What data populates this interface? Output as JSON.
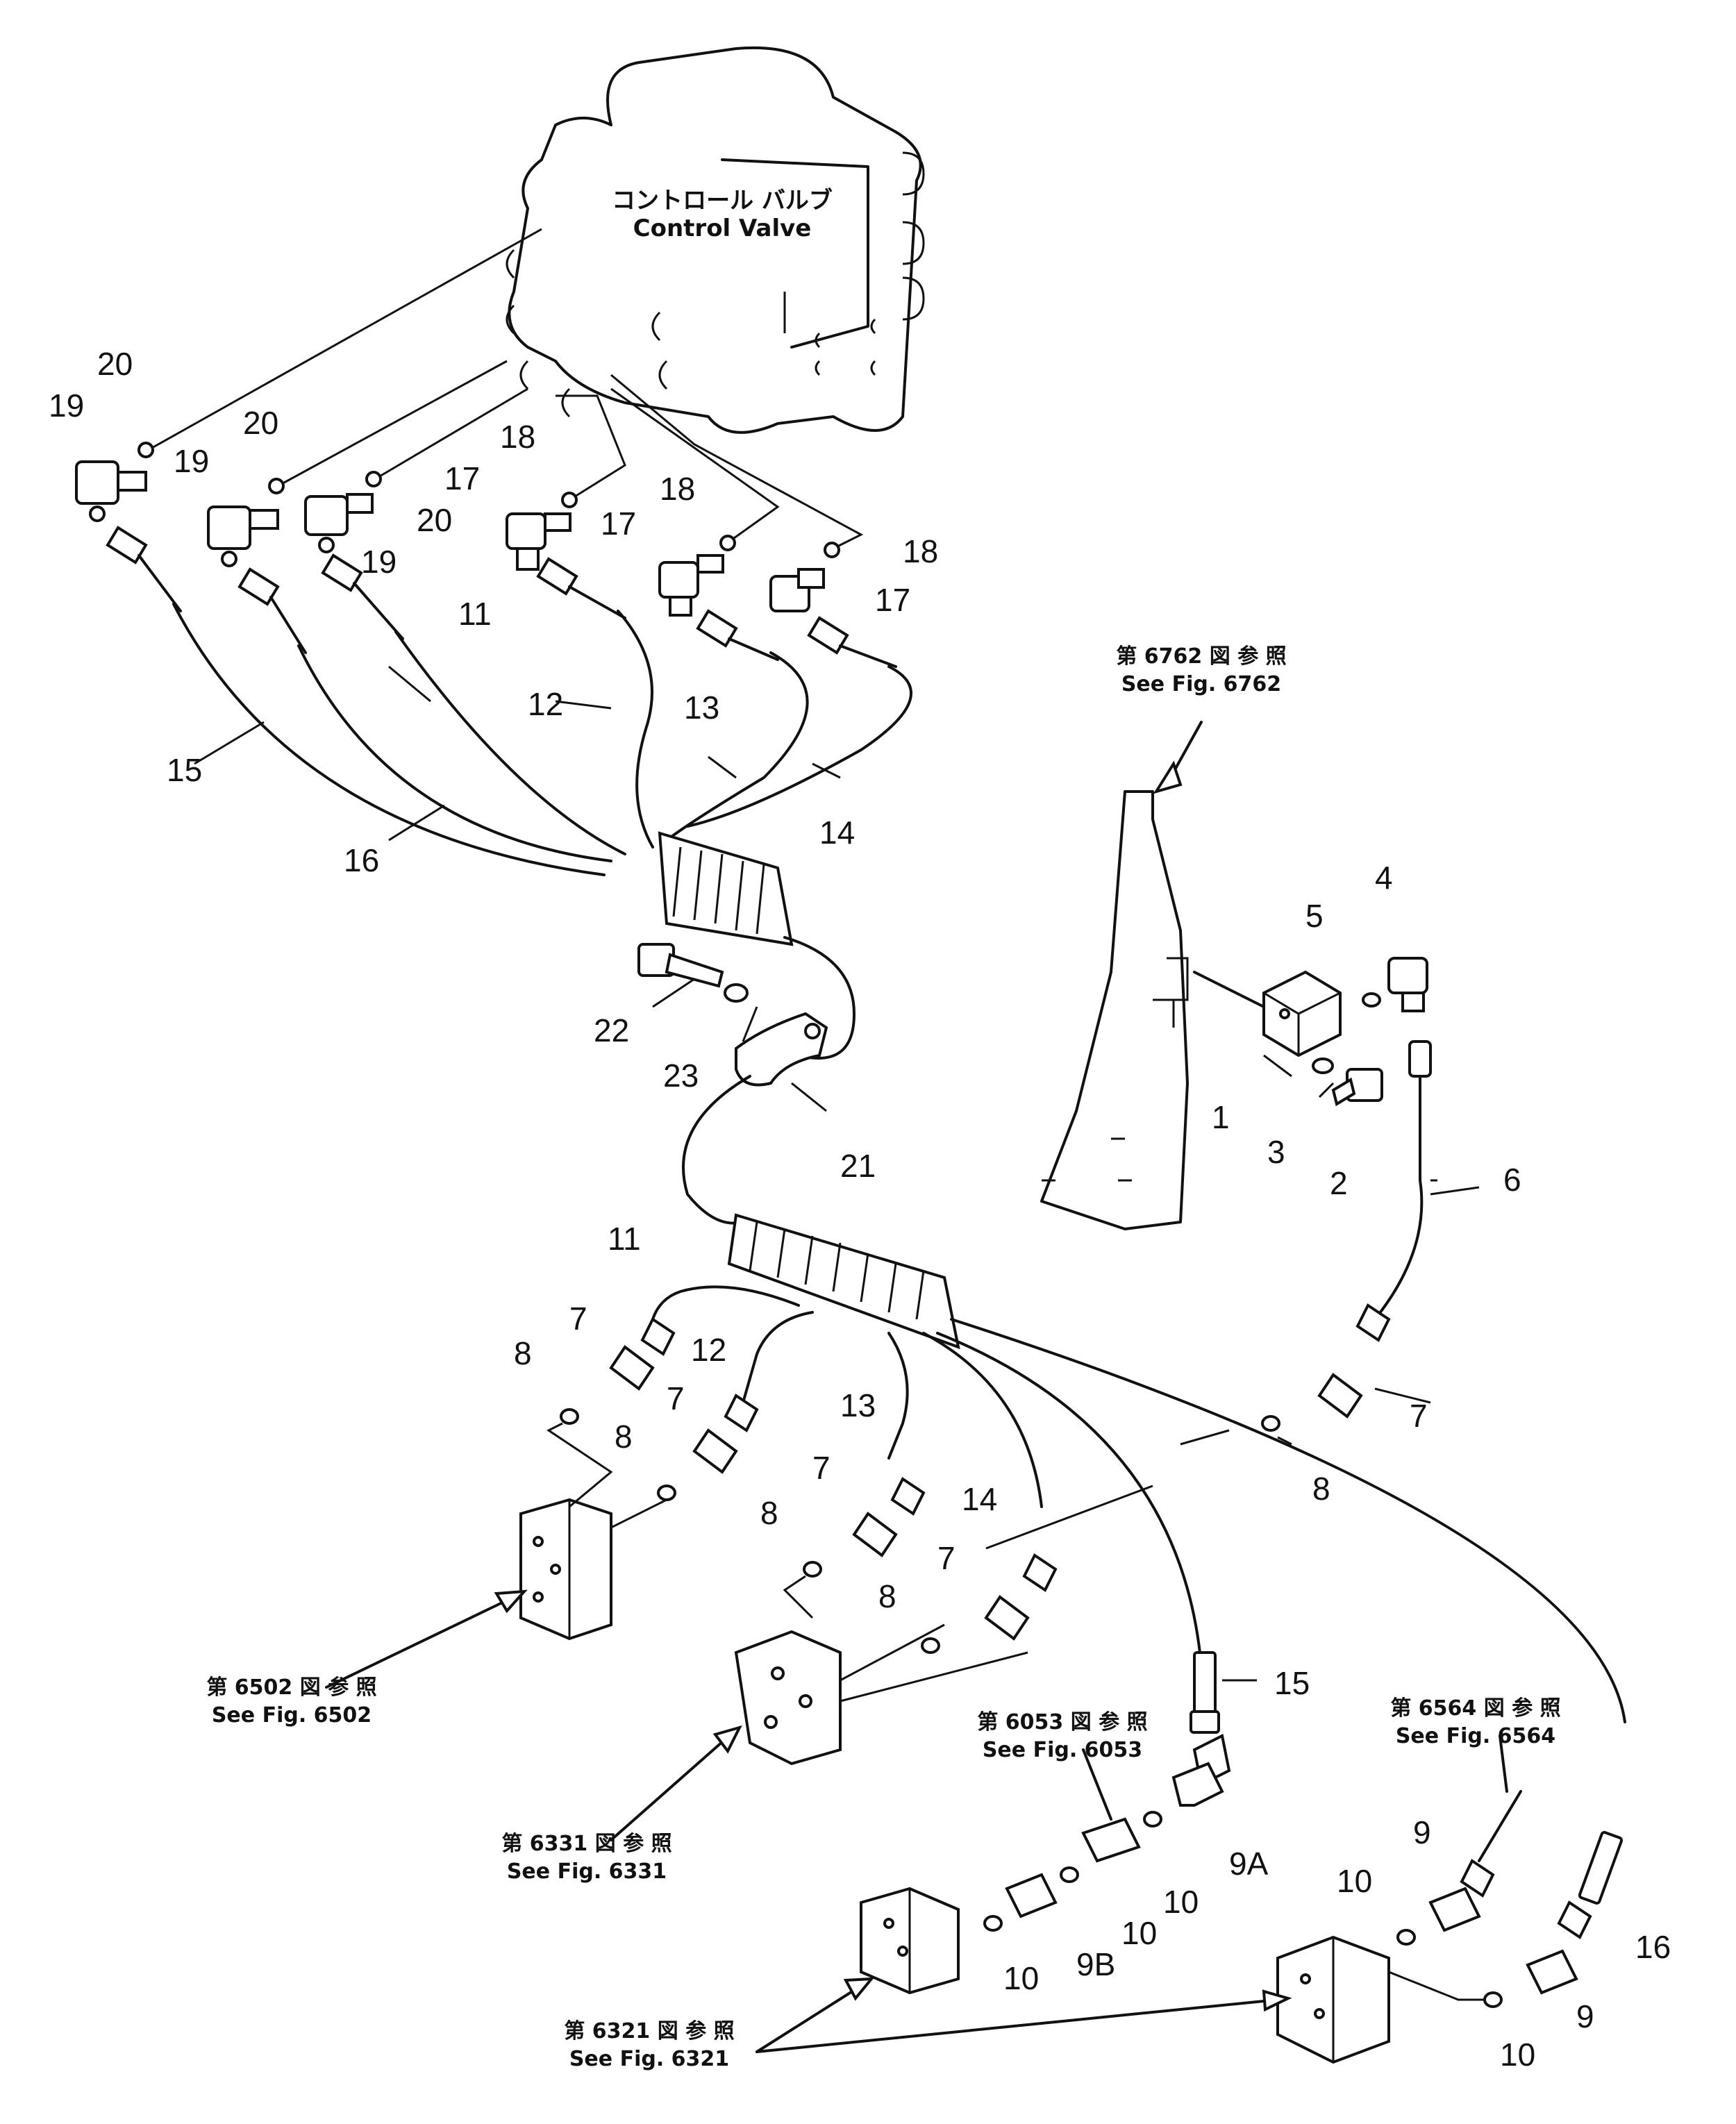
{
  "control_valve": {
    "label_jp": "コントロール バルブ",
    "label_en": "Control Valve"
  },
  "references": [
    {
      "id": "fig6762",
      "jp": "第 6762 図 参 照",
      "en": "See Fig. 6762"
    },
    {
      "id": "fig6502",
      "jp": "第 6502 図 参 照",
      "en": "See Fig. 6502"
    },
    {
      "id": "fig6331",
      "jp": "第 6331 図 参 照",
      "en": "See Fig. 6331"
    },
    {
      "id": "fig6053",
      "jp": "第 6053 図 参 照",
      "en": "See Fig. 6053"
    },
    {
      "id": "fig6564",
      "jp": "第 6564 図 参 照",
      "en": "See Fig. 6564"
    },
    {
      "id": "fig6321",
      "jp": "第 6321 図 参 照",
      "en": "See Fig. 6321"
    }
  ],
  "callouts": [
    "19",
    "20",
    "19",
    "20",
    "20",
    "19",
    "17",
    "18",
    "18",
    "17",
    "18",
    "17",
    "11",
    "12",
    "13",
    "14",
    "15",
    "16",
    "22",
    "23",
    "21",
    "4",
    "5",
    "1",
    "3",
    "2",
    "6",
    "11",
    "7",
    "12",
    "8",
    "7",
    "13",
    "8",
    "7",
    "14",
    "8",
    "7",
    "8",
    "7",
    "8",
    "15",
    "9A",
    "10",
    "10",
    "9B",
    "10",
    "9",
    "10",
    "16",
    "9",
    "10"
  ]
}
